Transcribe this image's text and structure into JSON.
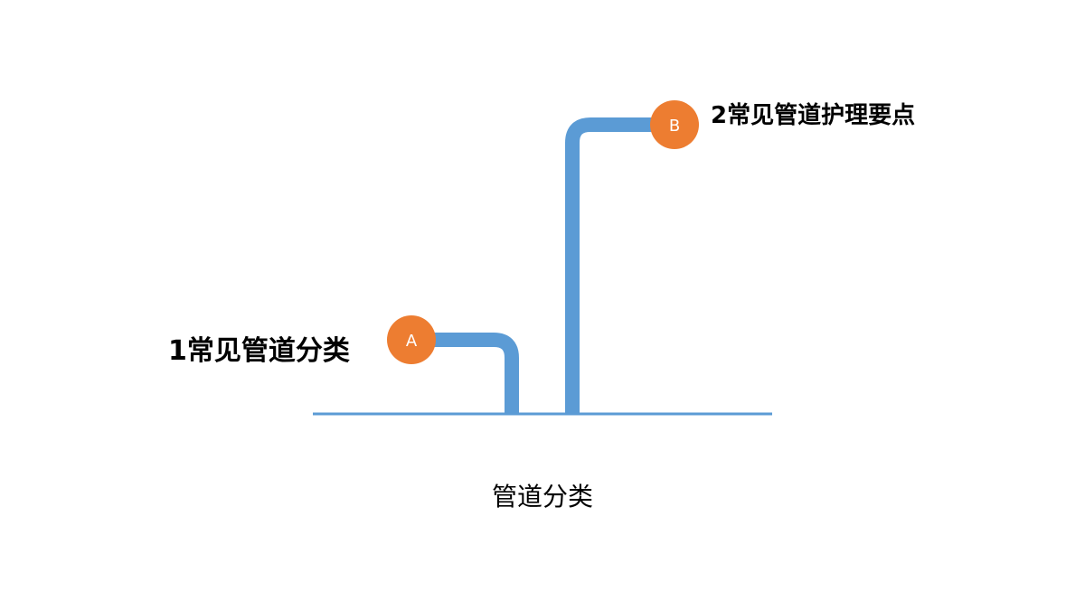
{
  "colors": {
    "pipe": "#5b9bd5",
    "marker": "#ed7d31",
    "marker_text": "#ffffff",
    "text": "#000000",
    "background": "#ffffff"
  },
  "markers": {
    "a": "A",
    "b": "B"
  },
  "labels": {
    "a": "1常见管道分类",
    "b": "2常见管道护理要点"
  },
  "caption": "管道分类"
}
